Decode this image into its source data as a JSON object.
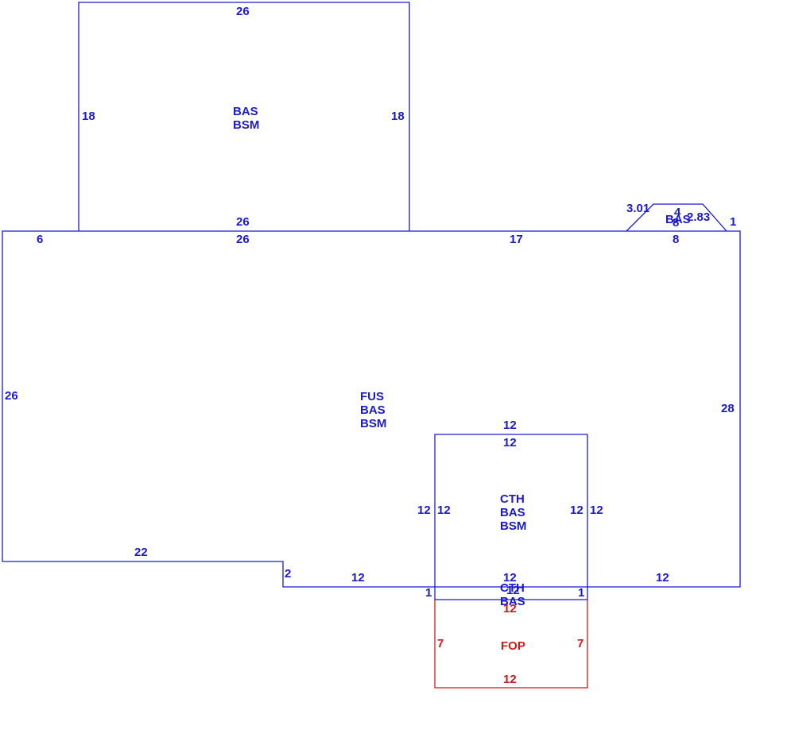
{
  "colors": {
    "outline": "#1a1acc",
    "porch": "#cc1a1a"
  },
  "areas": {
    "upper": [
      "BAS",
      "BSM"
    ],
    "main": [
      "FUS",
      "BAS",
      "BSM"
    ],
    "cth": [
      "CTH",
      "BAS",
      "BSM"
    ],
    "strip": [
      "CTH",
      "BAS"
    ],
    "porch": "FOP",
    "trap": "BAS"
  },
  "dims": {
    "upper_top": "26",
    "upper_left": "18",
    "upper_right": "18",
    "upper_bottom": "26",
    "main_top_left": "6",
    "main_top_mid": "26",
    "main_top_right": "17",
    "main_left": "26",
    "main_right": "28",
    "main_bottom_left": "22",
    "main_step": "2",
    "main_bottom_mid": "12",
    "main_bottom_right": "12",
    "trap_left": "3.01",
    "trap_top": "4",
    "trap_right": "2.83",
    "trap_bottom_inner": "8",
    "trap_bottom": "8",
    "trap_edge": "1",
    "cth_top_outer": "12",
    "cth_top_inner": "12",
    "cth_left_outer": "12",
    "cth_left_inner": "12",
    "cth_right_inner": "12",
    "cth_right_outer": "12",
    "cth_bottom": "12",
    "strip_label": "12",
    "strip_left": "1",
    "strip_right": "1",
    "porch_top": "12",
    "porch_left": "7",
    "porch_right": "7",
    "porch_bottom": "12"
  }
}
